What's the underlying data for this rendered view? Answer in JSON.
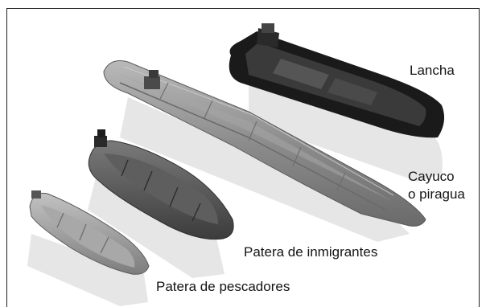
{
  "labels": {
    "lancha": "Lancha",
    "cayuco_line1": "Cayuco",
    "cayuco_line2": "o piragua",
    "patera_inmigrantes": "Patera de inmigrantes",
    "patera_pescadores": "Patera de pescadores"
  },
  "colors": {
    "border": "#222222",
    "lancha_hull": "#1e1e1e",
    "cayuco_hull": "#8a8a8a",
    "patera_inmigrantes_hull": "#5a5a5a",
    "patera_pescadores_hull": "#9a9a9a",
    "shadow": "#e4e4e4"
  }
}
